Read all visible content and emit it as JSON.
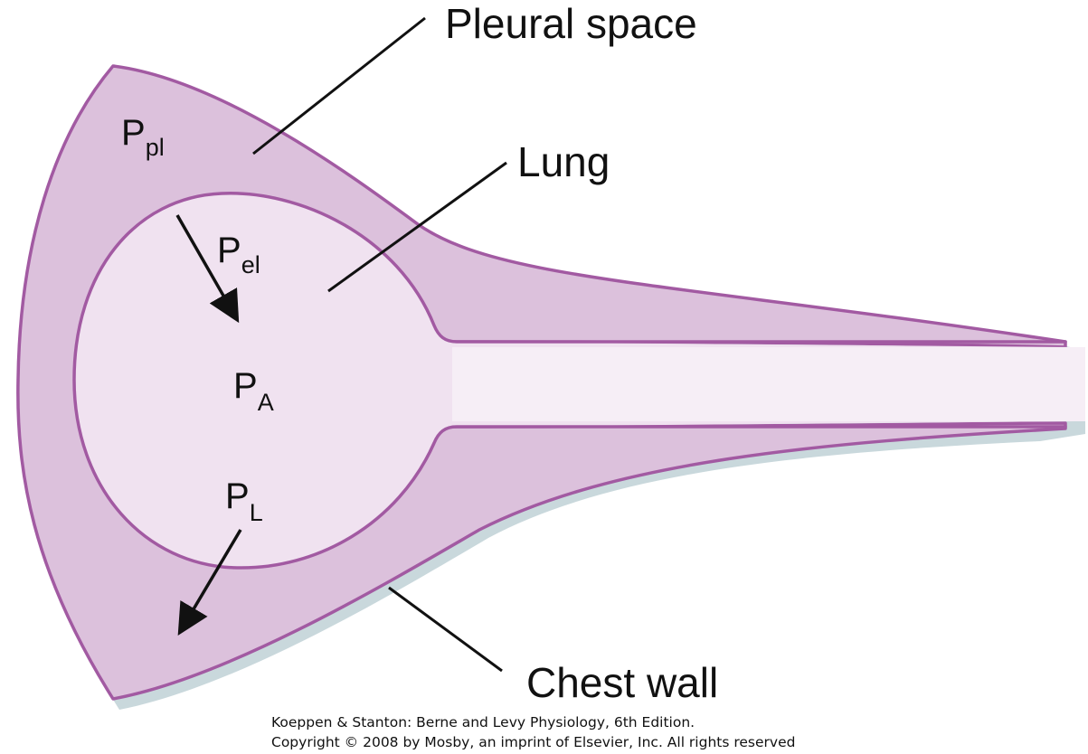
{
  "labels": {
    "pleural_space": "Pleural space",
    "lung": "Lung",
    "chest_wall": "Chest  wall"
  },
  "pressures": {
    "p_pl": {
      "symbol": "P",
      "subscript": "pl"
    },
    "p_el": {
      "symbol": "P",
      "subscript": "el"
    },
    "p_a": {
      "symbol": "P",
      "subscript": "A"
    },
    "p_l": {
      "symbol": "P",
      "subscript": "L"
    }
  },
  "credit": {
    "line1": "Koeppen & Stanton: Berne and Levy Physiology, 6th Edition.",
    "line2": "Copyright © 2008 by Mosby, an imprint of Elsevier, Inc. All rights reserved"
  },
  "colors": {
    "pleural_fill": "#dcc1dc",
    "lung_fill": "#f0e2f0",
    "outline": "#a25aa2",
    "shadow": "#c9d8dc",
    "arrow": "#111111"
  }
}
